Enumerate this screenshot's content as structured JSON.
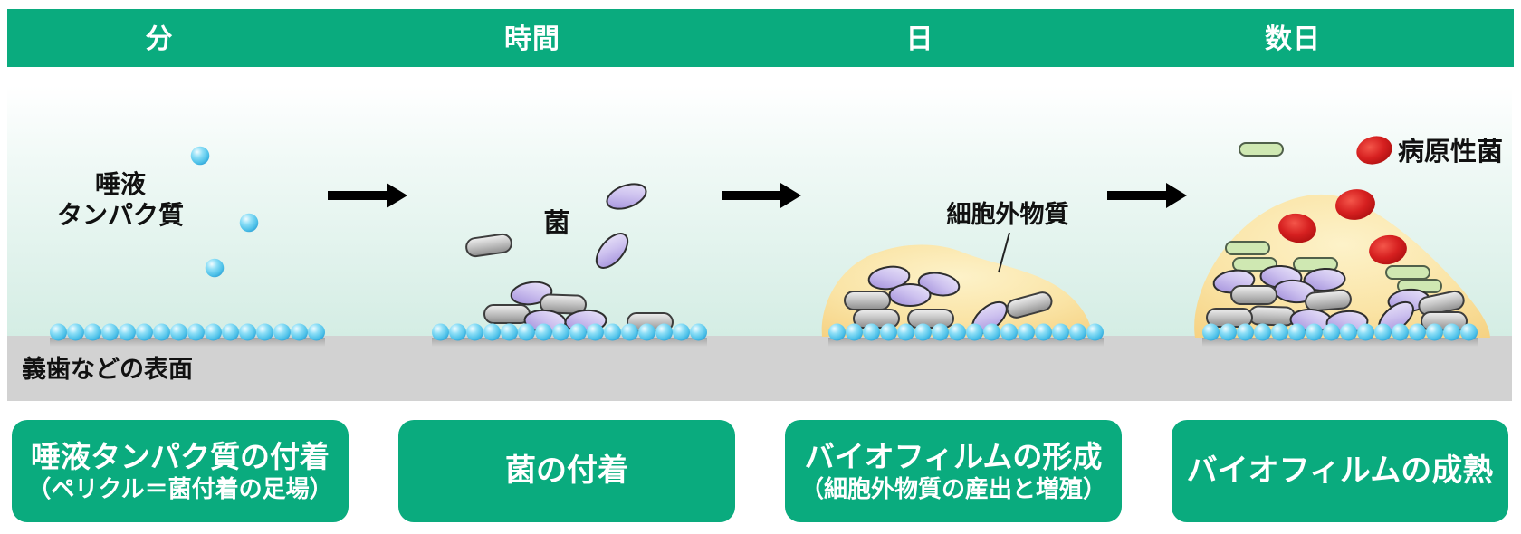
{
  "palette": {
    "green": "#0aab7e",
    "background_mint": "#d5eee5",
    "surface_gray": "#d2d2d2",
    "sphere_blue": "#4cc0e8",
    "bacteria_purple": "#b4a4e4",
    "bacteria_gray": "#a9a9a9",
    "bacteria_green": "#cfe8b2",
    "pathogen_red": "#c81414",
    "matrix_yellow": "#f8dd96",
    "arrow_black": "#000000",
    "text_black": "#111111",
    "text_white": "#ffffff"
  },
  "timeline": {
    "labels": [
      "分",
      "時間",
      "日",
      "数日"
    ]
  },
  "scene": {
    "surface_label": "義歯などの表面",
    "saliva_label_line1": "唾液",
    "saliva_label_line2": "タンパク質",
    "bacteria_label": "菌",
    "matrix_label": "細胞外物質",
    "pathogen_label": "病原性菌"
  },
  "steps": [
    {
      "title": "唾液タンパク質の付着",
      "subtitle": "（ペリクル＝菌付着の足場）"
    },
    {
      "title": "菌の付着",
      "subtitle": ""
    },
    {
      "title": "バイオフィルムの形成",
      "subtitle": "（細胞外物質の産出と増殖）"
    },
    {
      "title": "バイオフィルムの成熟",
      "subtitle": ""
    }
  ]
}
